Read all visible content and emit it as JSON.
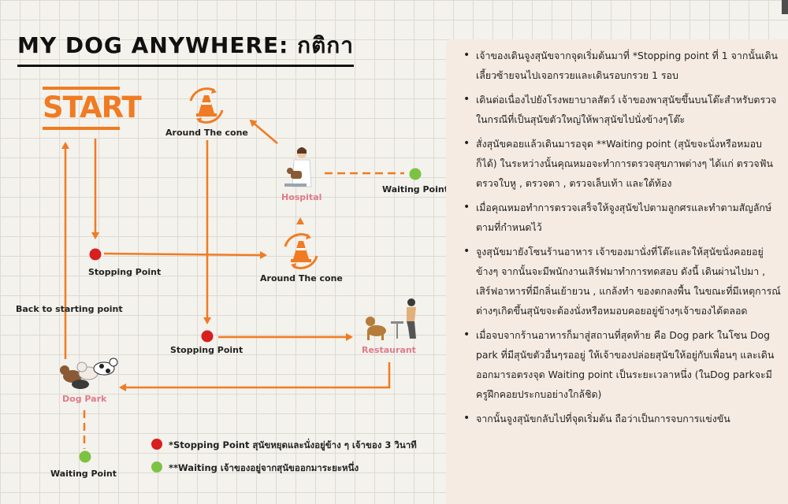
{
  "title": "MY DOG ANYWHERE:  กติกา",
  "colors": {
    "arrow": "#f07b22",
    "stopping": "#d81e1e",
    "waiting": "#7cc243",
    "accent_pink": "#e07a8b",
    "panel_bg": "#f5ebe3"
  },
  "diagram": {
    "start": "START",
    "around_cone_top": "Around The cone",
    "hospital": "Hospital",
    "waiting_point_right": "Waiting Point",
    "stopping_point_1": "Stopping Point",
    "around_cone_mid": "Around The cone",
    "back_to_start": "Back to starting point",
    "stopping_point_2": "Stopping Point",
    "restaurant": "Restaurant",
    "dog_park": "Dog Park",
    "waiting_point_bottom": "Waiting Point"
  },
  "icons": {
    "cone": "traffic-cone-icon",
    "vet": "veterinarian-icon",
    "restaurant": "dog-cafe-icon",
    "dogs": "dog-group-icon"
  },
  "legend": {
    "stopping": "*Stopping Point สุนัขหยุดและนั่งอยู่ข้าง ๆ เจ้าของ 3 วินาที",
    "waiting": "**Waiting เจ้าของอยู่จากสุนัขออกมาระยะหนึ่ง"
  },
  "notes": [
    "เจ้าของเดินจูงสุนัขจากจุดเริ่มต้นมาที่ *Stopping point ที่ 1 จากนั้นเดินเลี้ยวซ้ายจนไปเจอกรวยและเดินรอบกรวย 1 รอบ",
    "เดินต่อเนื่องไปยังโรงพยาบาลสัตว์ เจ้าของพาสุนัขขึ้นบนโต๊ะสำหรับตรวจ ในกรณีที่เป็นสุนัขตัวใหญ่ให้พาสุนัขไปนั่งข้างๆโต๊ะ",
    "สั่งสุนัขคอยแล้วเดินมารอจุด **Waiting point (สุนัขจะนั่งหรือหมอบก็ได้) ในระหว่างนั้นคุณหมอจะทำการตรวจสุขภาพต่างๆ ได้แก่ ตรวจฟัน ตรวจใบหู , ตรวจตา , ตรวจเล็บเท้า และใต้ท้อง",
    "เมื่อคุณหมอทำการตรวจเสร็จให้จูงสุนัขไปตามลูกศรและทำตามสัญลักษ์ตามที่กำหนดไว้",
    "จูงสุนัขมายังโซนร้านอาหาร เจ้าของมานั่งที่โต๊ะและให้สุนัขนั่งคอยอยู่ข้างๆ จากนั้นจะมีพนักงานเสิร์ฟมาทำการทดสอบ ดังนี้ เดินผ่านไปมา , เสิร์ฟอาหารที่มีกลิ่นเย้ายวน , แกล้งทำ ของตกลงพื้น ในขณะที่มีเหตุการณ์ต่างๆเกิดขึ้นสุนัขจะต้องนั่งหรือหมอบคอยอยู่ข้างๆเจ้าของได้ตลอด",
    "เมื่อจบจากร้านอาหารก็มาสู่สถานที่สุดท้าย คือ Dog park ในโซน Dog park ที่มีสุนัขตัวอื่นๆรออยู่ ให้เจ้าของปล่อยสุนัขให้อยู่กับเพื่อนๆ และเดินออกมารอตรงจุด Waiting point เป็นระยะเวลาหนึ่ง (ในDog parkจะมีครูฝึกคอยประกบอย่างใกล้ชิด)",
    "จากนั้นจูงสุนัขกลับไปที่จุดเริ่มต้น ถือว่าเป็นการจบการแข่งขัน"
  ]
}
